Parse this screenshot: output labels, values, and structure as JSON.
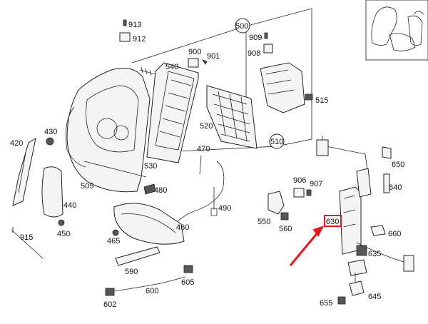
{
  "diagram": {
    "parts": [
      {
        "id": "913",
        "label": "913"
      },
      {
        "id": "912",
        "label": "912"
      },
      {
        "id": "500",
        "label": "500"
      },
      {
        "id": "909",
        "label": "909"
      },
      {
        "id": "908",
        "label": "908"
      },
      {
        "id": "900",
        "label": "900"
      },
      {
        "id": "901",
        "label": "901"
      },
      {
        "id": "540",
        "label": "540"
      },
      {
        "id": "515",
        "label": "515"
      },
      {
        "id": "520",
        "label": "520"
      },
      {
        "id": "510",
        "label": "510"
      },
      {
        "id": "420",
        "label": "420"
      },
      {
        "id": "430",
        "label": "430"
      },
      {
        "id": "505",
        "label": "505"
      },
      {
        "id": "530",
        "label": "530"
      },
      {
        "id": "470",
        "label": "470"
      },
      {
        "id": "650",
        "label": "650"
      },
      {
        "id": "640",
        "label": "640"
      },
      {
        "id": "906",
        "label": "906"
      },
      {
        "id": "907",
        "label": "907"
      },
      {
        "id": "480",
        "label": "480"
      },
      {
        "id": "490",
        "label": "490"
      },
      {
        "id": "440",
        "label": "440"
      },
      {
        "id": "450",
        "label": "450"
      },
      {
        "id": "550",
        "label": "550"
      },
      {
        "id": "560",
        "label": "560"
      },
      {
        "id": "630",
        "label": "630"
      },
      {
        "id": "660",
        "label": "660"
      },
      {
        "id": "915",
        "label": "915"
      },
      {
        "id": "460",
        "label": "460"
      },
      {
        "id": "465",
        "label": "465"
      },
      {
        "id": "635",
        "label": "635"
      },
      {
        "id": "590",
        "label": "590"
      },
      {
        "id": "605",
        "label": "605"
      },
      {
        "id": "600",
        "label": "600"
      },
      {
        "id": "602",
        "label": "602"
      },
      {
        "id": "645",
        "label": "645"
      },
      {
        "id": "655",
        "label": "655"
      }
    ],
    "highlight": {
      "part": "630",
      "box_color": "#e8141b",
      "arrow_color": "#e8141b"
    }
  }
}
